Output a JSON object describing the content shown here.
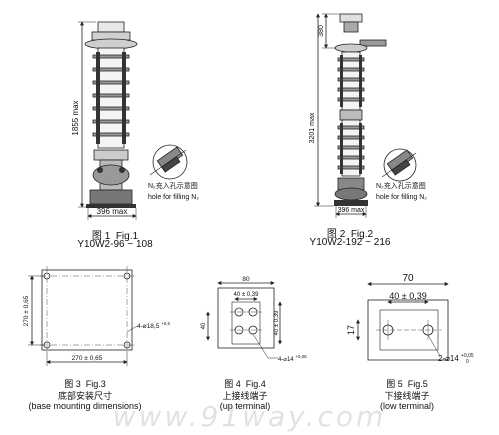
{
  "fig1": {
    "height_label": "1855 max",
    "width_label": "396 max",
    "inset_note_cn": "N₂充入孔示意图",
    "inset_note_en": "hole for filling N₂",
    "caption_cn": "图 1",
    "caption_fig": "Fig.1",
    "caption_model": "Y10W2-96 ~ 108"
  },
  "fig2": {
    "top_label": "380",
    "height_label": "3201 max",
    "width_label": "396 max",
    "inset_note_cn": "N₂充入孔示意图",
    "inset_note_en": "hole for filling N₂",
    "caption_cn": "图 2",
    "caption_fig": "Fig.2",
    "caption_model": "Y10W2-192 ~ 216"
  },
  "fig3": {
    "left_dim": "270 ± 0,65",
    "bottom_dim": "270 ± 0,65",
    "hole_dim": "4-⌀18,5",
    "hole_tol": "+0,5",
    "caption_cn": "图 3",
    "caption_fig": "Fig.3",
    "caption_desc_cn": "底部安装尺寸",
    "caption_desc_en": "(base mounting dimensions)"
  },
  "fig4": {
    "top_dim": "80",
    "inner_dim": "40 ± 0,39",
    "right_dim": "40 ± 0,39",
    "left_dim": "40",
    "hole_dim": "4-⌀14",
    "hole_tol": "+0,05",
    "caption_cn": "图 4",
    "caption_fig": "Fig.4",
    "caption_desc_cn": "上接线端子",
    "caption_desc_en": "(up terminal)"
  },
  "fig5": {
    "top_dim": "70",
    "inner_dim": "40 ± 0,39",
    "left_dim": "17",
    "hole_dim": "2-⌀14",
    "hole_tol": "+0,05",
    "hole_tol_low": "0",
    "caption_cn": "图 5",
    "caption_fig": "Fig.5",
    "caption_desc_cn": "下接线端子",
    "caption_desc_en": "(low terminal)"
  },
  "watermark": "www.91way.com"
}
